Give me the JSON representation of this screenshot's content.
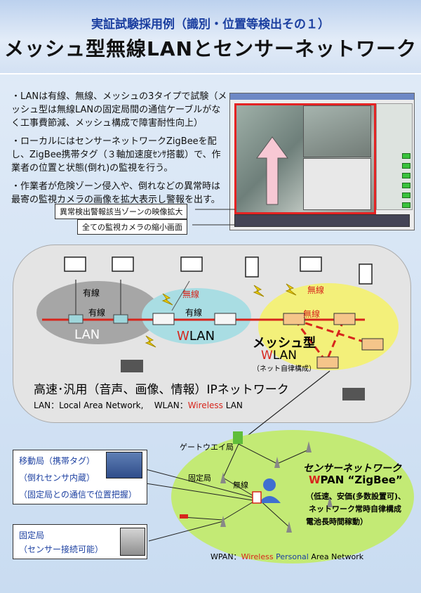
{
  "header": {
    "subtitle": "実証試験採用例（識別・位置等検出その１）",
    "title": "メッシュ型無線LANとセンサーネットワーク"
  },
  "bullets": [
    "・LANは有線、無線、メッシュの3タイプで試験（メッシュ型は無線LANの固定局間の通信ケーブルがなく工事費節減、メッシュ構成で障害耐性向上）",
    "・ローカルにはセンサーネットワークZigBeeを配し、ZigBee携帯タグ（３軸加速度ｾﾝｻ搭載）で、作業者の位置と状態(倒れ)の監視を行う。",
    "・作業者が危険ゾーン侵入や、倒れなどの異常時は最寄の監視カメラの画像を拡大表示し警報を出す。"
  ],
  "callouts": {
    "zoom": "異常検出警報該当ゾーンの映像拡大",
    "thumbs": "全ての監視カメラの縮小画面"
  },
  "network": {
    "wired1": "有線",
    "wired2": "有線",
    "wired3": "有線",
    "wireless1": "無線",
    "wireless2": "無線",
    "wireless3": "無線",
    "lan": "LAN",
    "wlan_w": "W",
    "wlan_rest": "LAN",
    "mesh": "メッシュ型",
    "mesh_w": "W",
    "mesh_lan": "LAN",
    "mesh_note": "（ネット自律構成）",
    "ip_title": "高速･汎用（音声、画像、情報）IPネットワーク",
    "def_lan": "LAN：Local Area Network,",
    "def_wlan_a": "WLAN：",
    "def_wlan_b": "Wireless",
    "def_wlan_c": " LAN"
  },
  "sensor": {
    "gateway": "ゲートウエイ局",
    "fixed": "固定局",
    "wireless": "無線",
    "title": "センサーネットワーク",
    "wpan_w": "W",
    "wpan_rest": "PAN “ZigBee”",
    "f1": "（低速、安価(多数設置可)、",
    "f2": "ネットワーク常時自律構成",
    "f3": "電池長時間稼動）",
    "def_a": "WPAN：",
    "def_b": "Wireless",
    "def_c": " ",
    "def_d": "Personal",
    "def_e": " Area Network"
  },
  "mobile": {
    "l1": "移動局（携帯タグ）",
    "l2": "（倒れセンサ内蔵）",
    "l3": "（固定局との通信で位置把握）"
  },
  "station": {
    "l1": "固定局",
    "l2": "（センサー接続可能）"
  },
  "colors": {
    "accent": "#1b3fa0",
    "wireless_red": "#d7251c",
    "mesh_yellow": "#f3f07a",
    "wlan_cyan": "#a9dde3",
    "sensor_green": "#c3ea75"
  }
}
